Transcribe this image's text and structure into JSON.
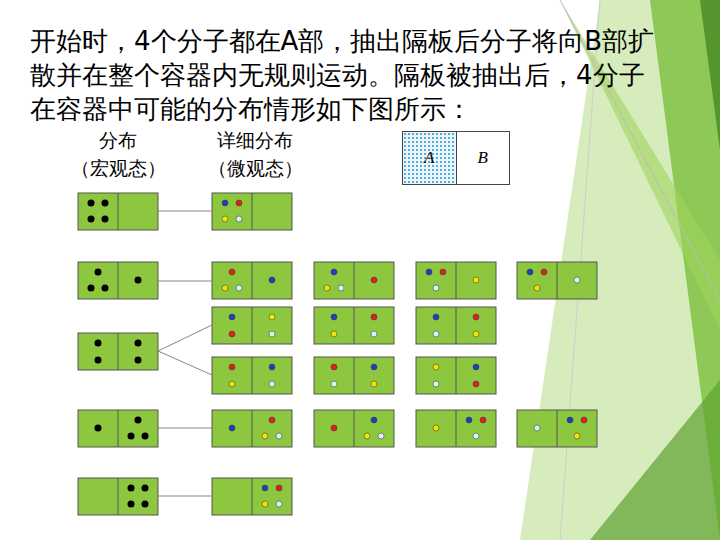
{
  "diagram": {
    "title": "开始时，4个分子都在A部，抽出隔板后分子将向B部扩散并在整个容器内无规则运动。隔板被抽出后，4分子在容器中可能的分布情形如下图所示：",
    "nodes": [
      {
        "text": [
          "A",
          "B"
        ]
      }
    ],
    "labels": [
      "分布",
      "（宏观态）",
      "详细分布",
      "（微观态）"
    ]
  }
}
